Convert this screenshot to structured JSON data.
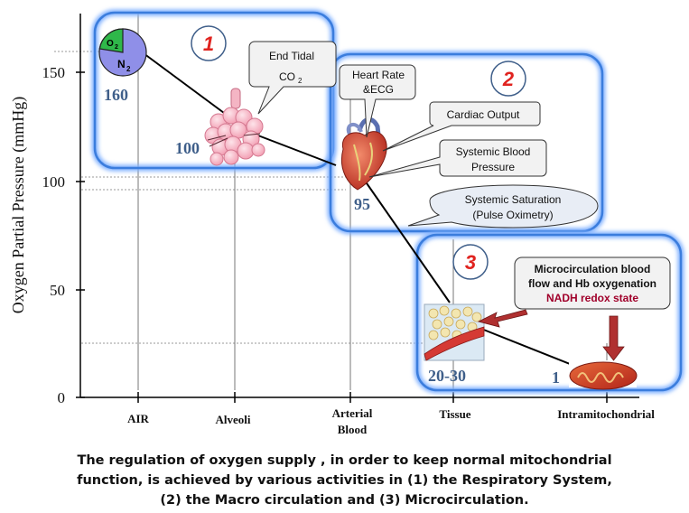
{
  "y_axis": {
    "label": "Oxygen Partial Pressure (mmHg)",
    "ticks": [
      "150",
      "100",
      "50",
      "0"
    ]
  },
  "x_axis": {
    "categories": [
      "AIR",
      "Alveoli",
      "Arterial",
      "Blood",
      "Tissue",
      "Intramitochondrial"
    ]
  },
  "points": {
    "air": "160",
    "alveoli": "100",
    "arterial": "95",
    "tissue": "20-30",
    "mito": "1"
  },
  "pie": {
    "o2": "O",
    "o2_sub": "2",
    "n2": "N",
    "n2_sub": "2"
  },
  "stages": [
    {
      "number": "1"
    },
    {
      "number": "2"
    },
    {
      "number": "3"
    }
  ],
  "callouts": {
    "end_tidal": "End Tidal",
    "co2": "CO",
    "co2_sub": "2",
    "heart_rate": "Heart Rate",
    "ecg": "&ECG",
    "cardiac_output": "Cardiac Output",
    "systemic_bp_1": "Systemic Blood",
    "systemic_bp_2": "Pressure",
    "systemic_sat_1": "Systemic Saturation",
    "systemic_sat_2": "(Pulse Oximetry)",
    "micro_1": "Microcirculation blood",
    "micro_2": "flow and Hb oxygenation",
    "nadh": "NADH redox state"
  },
  "caption": [
    "The regulation of oxygen supply , in order to keep normal mitochondrial",
    "function, is achieved by various activities in  (1) the Respiratory System,",
    "(2) the Macro circulation and (3) Microcirculation."
  ],
  "colors": {
    "stage_border": "#3b7ddd",
    "stage_number": "#e0231f",
    "value_text": "#3f5f8a",
    "pie_o2": "#2fb84a",
    "pie_n2": "#8f8fe8",
    "nadh": "#a0002a",
    "arrow": "#b03030"
  }
}
